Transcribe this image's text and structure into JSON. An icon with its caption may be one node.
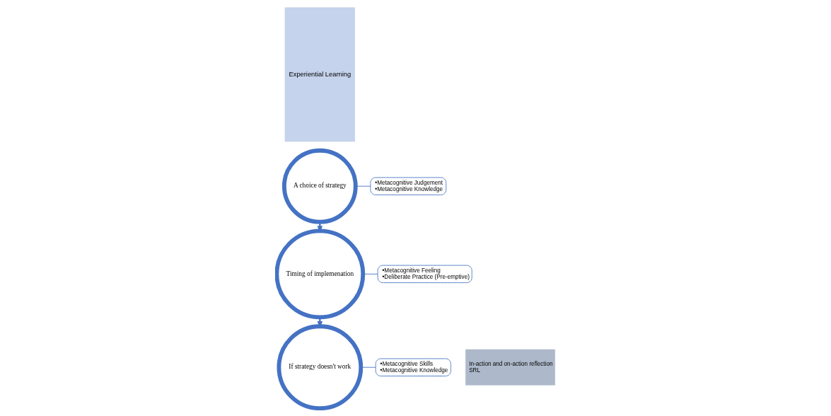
{
  "diagram": {
    "nodes": [
      {
        "text": [
          "Experiential Learning"
        ]
      },
      {
        "text": [
          "A choice of strategy"
        ]
      },
      {
        "text": [
          "Timing of implemenation"
        ]
      },
      {
        "text": [
          "If strategy doesn't work"
        ]
      },
      {
        "text": [
          "•Metacognitive Judgement",
          "•Metacognitive Knowledge"
        ]
      },
      {
        "text": [
          "•Metacognitive Feeling",
          "•Deliberate Practice (Pre-emptive)"
        ]
      },
      {
        "text": [
          "•Metacognitive Skills",
          "•Metacognitive Knowledge"
        ]
      },
      {
        "text": [
          "In-action and on-action reflection",
          "SRL"
        ]
      }
    ],
    "edges": [
      {
        "from": 1,
        "to": 2,
        "arrow": "to"
      },
      {
        "from": 2,
        "to": 3,
        "arrow": "to"
      },
      {
        "from": 4,
        "to": 1,
        "arrow": "none"
      },
      {
        "from": 5,
        "to": 2,
        "arrow": "none"
      },
      {
        "from": 6,
        "to": 3,
        "arrow": "none"
      }
    ]
  }
}
